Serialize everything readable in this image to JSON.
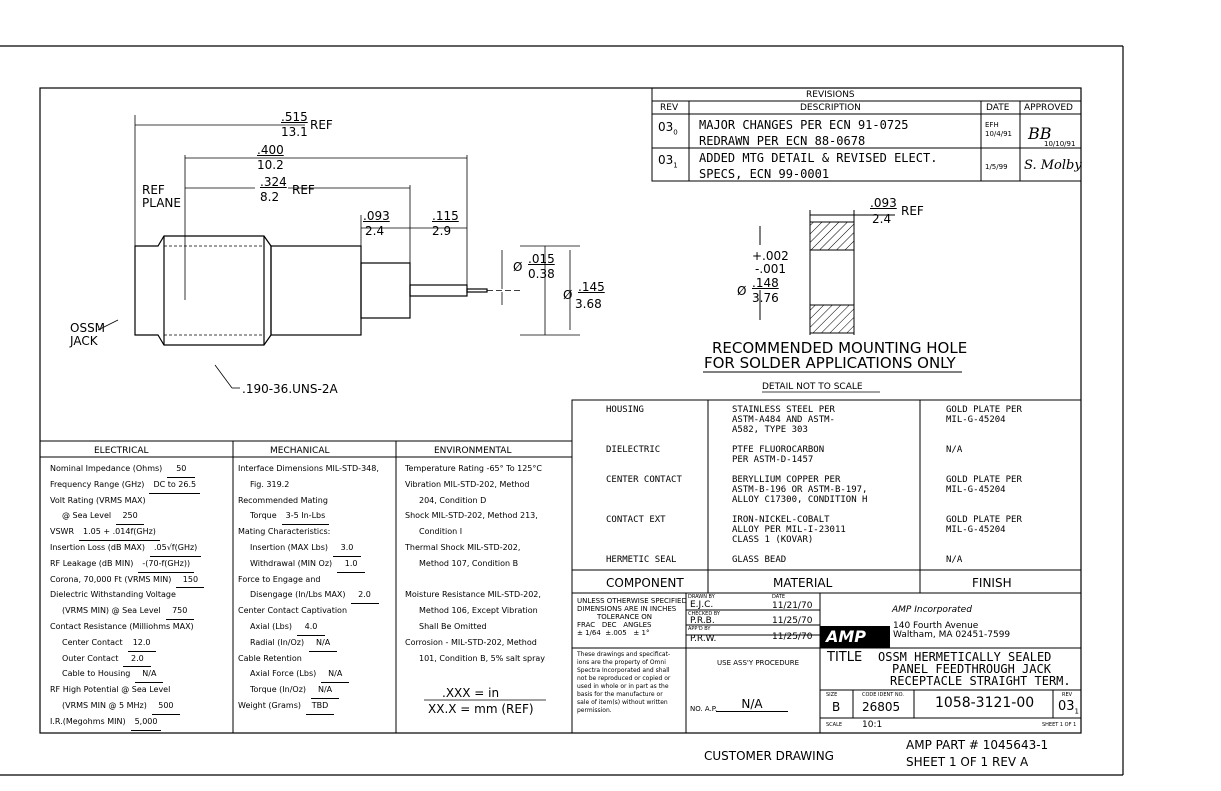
{
  "revisions": {
    "title": "REVISIONS",
    "headers": {
      "rev": "REV",
      "description": "DESCRIPTION",
      "date": "DATE",
      "approved": "APPROVED"
    },
    "rows": [
      {
        "rev": "03",
        "sub": "0",
        "line1": "MAJOR CHANGES PER ECN 91-0725",
        "line2": "REDRAWN PER ECN 88-0678",
        "date_top": "EFH",
        "date": "10/4/91",
        "approved_sig": "BB",
        "approved_date": "10/10/91"
      },
      {
        "rev": "03",
        "sub": "1",
        "line1": "ADDED MTG DETAIL & REVISED ELECT.",
        "line2": "SPECS, ECN 99-0001",
        "date": "1/5/99",
        "approved_sig": "S. Molby"
      }
    ]
  },
  "dims": {
    "d515_top": ".515",
    "d515_bot": "13.1",
    "ref1": "REF",
    "d400_top": ".400",
    "d400_bot": "10.2",
    "d324_top": ".324",
    "d324_bot": "8.2",
    "ref2": "REF",
    "ref_plane_1": "REF",
    "ref_plane_2": "PLANE",
    "d093_top": ".093",
    "d093_bot": "2.4",
    "d115_top": ".115",
    "d115_bot": "2.9",
    "phi_015": "Ø",
    "d015_top": ".015",
    "d015_bot": "0.38",
    "phi_145": "Ø",
    "d145_top": ".145",
    "d145_bot": "3.68",
    "jack_1": "OSSM",
    "jack_2": "JACK",
    "thread": ".190-36.UNS-2A"
  },
  "detail": {
    "d093_top": ".093",
    "d093_bot": "2.4",
    "ref": "REF",
    "tol_plus": "+.002",
    "tol_minus": "-.001",
    "phi": "Ø",
    "d148_top": ".148",
    "d148_bot": "3.76",
    "note1": "RECOMMENDED MOUNTING HOLE",
    "note2": "FOR SOLDER APPLICATIONS ONLY",
    "scale_note": "DETAIL NOT TO SCALE"
  },
  "materials": {
    "rows": [
      {
        "component": "HOUSING",
        "material": [
          "STAINLESS STEEL PER",
          "ASTM-A484 AND ASTM-",
          "A582, TYPE 303"
        ],
        "finish": [
          "GOLD PLATE PER",
          "MIL-G-45204"
        ]
      },
      {
        "component": "DIELECTRIC",
        "material": [
          "PTFE FLUOROCARBON",
          "PER ASTM-D-1457"
        ],
        "finish": [
          "N/A"
        ]
      },
      {
        "component": "CENTER CONTACT",
        "material": [
          "BERYLLIUM COPPER PER",
          "ASTM-B-196 OR ASTM-B-197,",
          "ALLOY C17300, CONDITION H"
        ],
        "finish": [
          "GOLD PLATE PER",
          "MIL-G-45204"
        ]
      },
      {
        "component": "CONTACT EXT",
        "material": [
          "IRON-NICKEL-COBALT",
          "ALLOY PER MIL-I-23011",
          "CLASS 1 (KOVAR)"
        ],
        "finish": [
          "GOLD PLATE PER",
          "MIL-G-45204"
        ]
      },
      {
        "component": "HERMETIC SEAL",
        "material": [
          "GLASS BEAD"
        ],
        "finish": [
          "N/A"
        ]
      }
    ],
    "headers": {
      "component": "COMPONENT",
      "material": "MATERIAL",
      "finish": "FINISH"
    }
  },
  "electrical": {
    "title": "ELECTRICAL",
    "lines": [
      {
        "label": "Nominal Impedance (Ohms)",
        "value": "50"
      },
      {
        "label": "Frequency Range (GHz)",
        "value": "DC to 26.5"
      },
      {
        "label": "Volt Rating (VRMS MAX)",
        "value": ""
      },
      {
        "label": "@ Sea Level",
        "value": "250",
        "indent": true
      },
      {
        "label": "VSWR",
        "value": "1.05 + .014f(GHz)"
      },
      {
        "label": "Insertion Loss (dB MAX)",
        "value": ".05√f(GHz)"
      },
      {
        "label": "RF Leakage (dB MIN)",
        "value": "-(70-f(GHz))"
      },
      {
        "label": "Corona, 70,000 Ft (VRMS MIN)",
        "value": "150"
      },
      {
        "label": "Dielectric Withstanding Voltage",
        "value": ""
      },
      {
        "label": "(VRMS MIN) @ Sea Level",
        "value": "750",
        "indent": true
      },
      {
        "label": "Contact Resistance (Milliohms MAX)",
        "value": ""
      },
      {
        "label": "Center Contact",
        "value": "12.0",
        "indent": true
      },
      {
        "label": "Outer Contact",
        "value": "2.0",
        "indent": true
      },
      {
        "label": "Cable to Housing",
        "value": "N/A",
        "indent": true
      },
      {
        "label": "RF High Potential @ Sea Level",
        "value": ""
      },
      {
        "label": "(VRMS MIN @ 5 MHz)",
        "value": "500",
        "indent": true
      },
      {
        "label": "I.R.(Megohms MIN)",
        "value": "5,000"
      }
    ]
  },
  "mechanical": {
    "title": "MECHANICAL",
    "lines": [
      {
        "label": "Interface Dimensions MIL-STD-348,",
        "value": ""
      },
      {
        "label": "Fig. 319.2",
        "value": "",
        "indent": true
      },
      {
        "label": "Recommended Mating",
        "value": ""
      },
      {
        "label": "Torque",
        "value": "3-5 In-Lbs",
        "indent": true
      },
      {
        "label": "Mating Characteristics:",
        "value": ""
      },
      {
        "label": "Insertion (MAX Lbs)",
        "value": "3.0",
        "indent": true
      },
      {
        "label": "Withdrawal (MIN Oz)",
        "value": "1.0",
        "indent": true
      },
      {
        "label": "Force to Engage and",
        "value": ""
      },
      {
        "label": "Disengage (In/Lbs MAX)",
        "value": "2.0",
        "indent": true
      },
      {
        "label": "Center Contact Captivation",
        "value": ""
      },
      {
        "label": "Axial (Lbs)",
        "value": "4.0",
        "indent": true
      },
      {
        "label": "Radial (In/Oz)",
        "value": "N/A",
        "indent": true
      },
      {
        "label": "Cable Retention",
        "value": ""
      },
      {
        "label": "Axial Force (Lbs)",
        "value": "N/A",
        "indent": true
      },
      {
        "label": "Torque (In/Oz)",
        "value": "N/A",
        "indent": true
      },
      {
        "label": "Weight (Grams)",
        "value": "TBD"
      }
    ]
  },
  "environmental": {
    "title": "ENVIRONMENTAL",
    "lines": [
      "Temperature Rating -65° To 125°C",
      "Vibration MIL-STD-202, Method",
      "204, Condition D",
      "Shock MIL-STD-202, Method 213,",
      "Condition I",
      "Thermal Shock MIL-STD-202,",
      "Method 107, Condition B",
      "",
      "Moisture Resistance MIL-STD-202,",
      "Method 106, Except Vibration",
      "Shall Be Omitted",
      "Corrosion - MIL-STD-202, Method",
      "101, Condition B, 5% salt spray"
    ],
    "units_1": ".XXX = in",
    "units_2": "XX.X = mm (REF)"
  },
  "titleblock": {
    "unless_1": "UNLESS OTHERWISE SPECIFIED",
    "unless_2": "DIMENSIONS ARE IN INCHES",
    "unless_3": "TOLERANCE ON",
    "frac": "FRAC",
    "dec": "DEC",
    "angles": "ANGLES",
    "frac_v": "± 1/64",
    "dec_v": "±.005",
    "angles_v": "± 1°",
    "drawn_lbl": "DRAWN BY",
    "drawn": "E.J.C.",
    "date_lbl": "DATE",
    "drawn_date": "11/21/70",
    "checked_lbl": "CHECKED BY",
    "checked": "P.R.B.",
    "checked_date": "11/25/70",
    "appd_lbl": "APP'D BY",
    "appd": "P.R.W.",
    "appd_date": "11/25/70",
    "company": "AMP Incorporated",
    "addr1": "140 Fourth Avenue",
    "addr2": "Waltham, MA 02451-7599",
    "logo": "AMP",
    "prop": [
      "These drawings and specificat-",
      "ions are the property of Omni",
      "Spectra Incorporated and shall",
      "not be reproduced or copied or",
      "used in whole or in part as the",
      "basis for the manufacture or",
      "sale of item(s) without written",
      "permission."
    ],
    "use_assy": "USE ASS'Y PROCEDURE",
    "no_ap_lbl": "NO. A.P.",
    "no_ap": "N/A",
    "title_lbl": "TITLE",
    "title_1": "OSSM HERMETICALLY SEALED",
    "title_2": "PANEL FEEDTHROUGH JACK",
    "title_3": "RECEPTACLE STRAIGHT TERM.",
    "size_lbl": "SIZE",
    "size": "B",
    "code_lbl": "CODE IDENT NO.",
    "code": "26805",
    "dwg": "1058-3121-00",
    "rev_lbl": "REV",
    "rev": "03",
    "rev_sub": "1",
    "scale_lbl": "SCALE",
    "scale": "10:1",
    "sheet_lbl": "SHEET 1 OF 1"
  },
  "footer": {
    "customer": "CUSTOMER DRAWING",
    "amp_part": "AMP PART # 1045643-1",
    "sheet": "SHEET 1 OF 1  REV A"
  }
}
